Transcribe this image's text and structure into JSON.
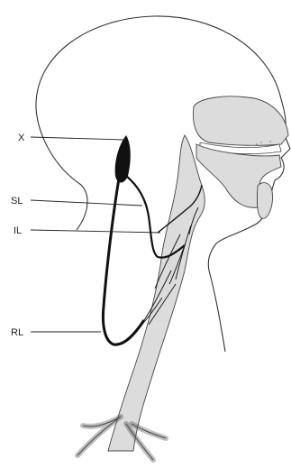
{
  "labels": {
    "x": "X",
    "sl": "SL",
    "il": "IL",
    "rl": "RL"
  },
  "colors": {
    "outline": "#333333",
    "airway_fill": "#dcdcdc",
    "nerve": "#111111",
    "background": "#ffffff"
  }
}
